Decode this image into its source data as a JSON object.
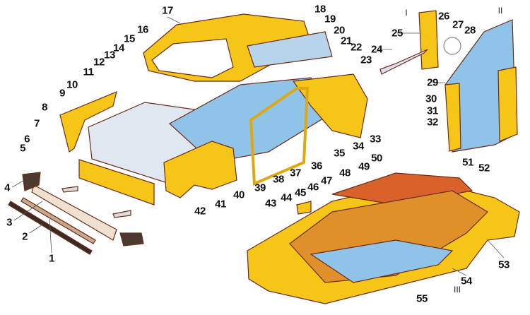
{
  "title": "Car body parts exploded view",
  "views": {
    "I": "I",
    "II": "II",
    "III": "III"
  },
  "labels": {
    "1": "1",
    "2": "2",
    "3": "3",
    "4": "4",
    "5": "5",
    "6": "6",
    "7": "7",
    "8": "8",
    "9": "9",
    "10": "10",
    "11": "11",
    "12": "12",
    "13": "13",
    "14": "14",
    "15": "15",
    "16": "16",
    "17": "17",
    "18": "18",
    "19": "19",
    "20": "20",
    "21": "21",
    "22": "22",
    "23": "23",
    "24": "24",
    "25": "25",
    "26": "26",
    "27": "27",
    "28": "28",
    "29": "29",
    "30": "30",
    "31": "31",
    "32": "32",
    "33": "33",
    "34": "34",
    "35": "35",
    "36": "36",
    "37": "37",
    "38": "38",
    "39": "39",
    "40": "40",
    "41": "41",
    "42": "42",
    "43": "43",
    "44": "44",
    "45": "45",
    "46": "46",
    "47": "47",
    "48": "48",
    "49": "49",
    "50": "50",
    "51": "51",
    "52": "52",
    "53": "53",
    "54": "54",
    "55": "55"
  },
  "colors": {
    "body": "#f5c518",
    "body_dark": "#e09a10",
    "interior": "#8fc4e8",
    "roof_red": "#d9622a",
    "outline": "#6b2b1a",
    "trim": "#3a2a22"
  }
}
